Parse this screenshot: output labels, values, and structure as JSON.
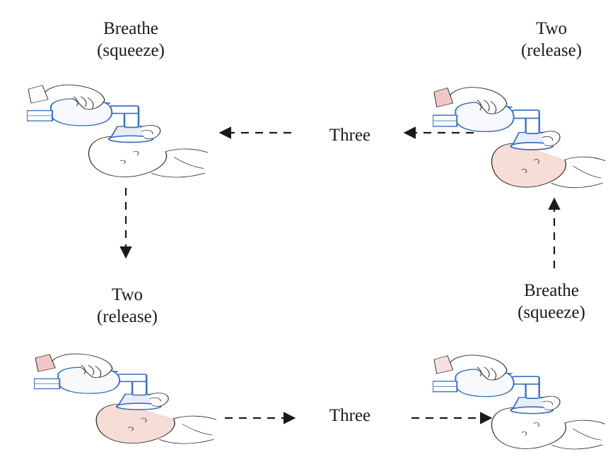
{
  "steps": [
    {
      "word": "Breathe",
      "sub": "(squeeze)",
      "state": "squeeze"
    },
    {
      "word": "Two",
      "sub": "(release)",
      "state": "release"
    },
    {
      "word": "Three",
      "sub": "",
      "state": "transition"
    },
    {
      "word": "Two",
      "sub": "(release)",
      "state": "release"
    },
    {
      "word": "Breathe",
      "sub": "(squeeze)",
      "state": "squeeze"
    },
    {
      "word": "Three",
      "sub": "",
      "state": "transition"
    }
  ],
  "colors": {
    "bag_blue": "#3a6fc2",
    "skin_tint": "#f1c8bd",
    "glove_red": "#d9767a",
    "line": "#2b2b2b"
  },
  "icons": [
    "bag-mask-ventilation-illustration",
    "dashed-arrow"
  ]
}
